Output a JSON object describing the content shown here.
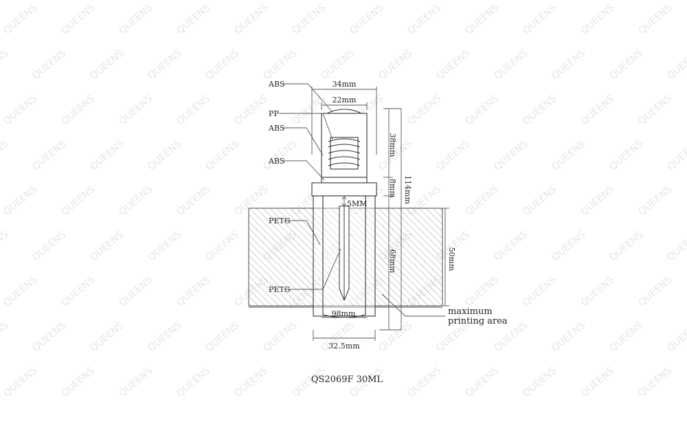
{
  "watermark": {
    "text": "QUEENS"
  },
  "parts": {
    "abs_cap": "ABS",
    "pp": "PP",
    "abs_mid": "ABS",
    "abs_collar": "ABS",
    "petg_bottle": "PETG",
    "petg_inner": "PETG"
  },
  "dimensions": {
    "cap_outer_width": "34mm",
    "cap_inner_width": "22mm",
    "cap_height": "38mm",
    "collar_height": "8mm",
    "total_height": "114mm",
    "gap": "5MM",
    "body_height": "68mm",
    "print_height": "50mm",
    "print_width": "98mm",
    "bottle_diameter": "32.5mm"
  },
  "callout": {
    "line1": "maximum",
    "line2": "printing area"
  },
  "caption": "QS2069F  30ML",
  "colors": {
    "line": "#333333",
    "watermark": "#e6e6e6"
  }
}
